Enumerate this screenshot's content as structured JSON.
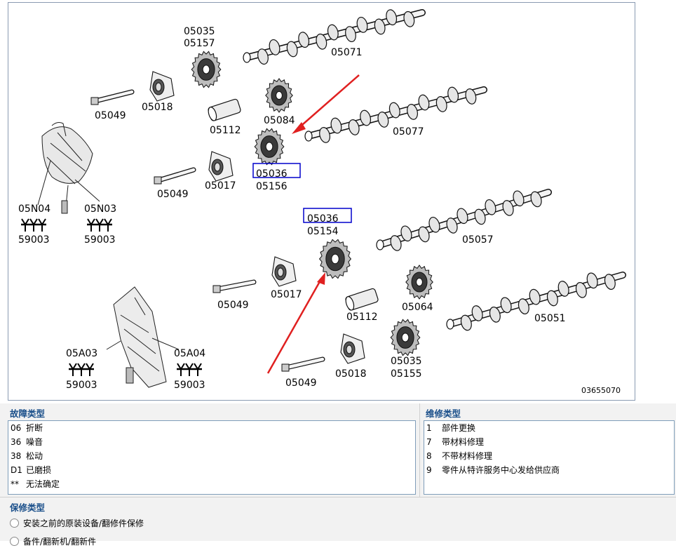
{
  "diagram": {
    "callouts": {
      "top_05035": "05035",
      "top_05157": "05157",
      "top_05071": "05071",
      "top_05049a": "05049",
      "top_05018": "05018",
      "top_05112": "05112",
      "top_05084": "05084",
      "top_05077": "05077",
      "top_05036": "05036",
      "top_05156": "05156",
      "top_05049b": "05049",
      "top_05017": "05017",
      "sensor_l": "05N04",
      "sensor_l_code": "59003",
      "sensor_r": "05N03",
      "sensor_r_code": "59003",
      "bot_05036": "05036",
      "bot_05154": "05154",
      "bot_05057": "05057",
      "bot_05049a": "05049",
      "bot_05017": "05017",
      "bot_05112": "05112",
      "bot_05064": "05064",
      "bot_05051": "05051",
      "bot_05049b": "05049",
      "bot_05018": "05018",
      "bot_05035": "05035",
      "bot_05155": "05155",
      "valve_l": "05A03",
      "valve_l_code": "59003",
      "valve_r": "05A04",
      "valve_r_code": "59003",
      "drawing_no": "03655070"
    },
    "highlight_color": "#0000cc",
    "arrow_color": "#e02020"
  },
  "fault_panel": {
    "title": "故障类型",
    "items": [
      {
        "code": "06",
        "label": "折断"
      },
      {
        "code": "36",
        "label": "噪音"
      },
      {
        "code": "38",
        "label": "松动"
      },
      {
        "code": "D1",
        "label": "已磨损"
      },
      {
        "code": "**",
        "label": "无法确定"
      }
    ]
  },
  "repair_panel": {
    "title": "维修类型",
    "items": [
      {
        "code": "1",
        "label": "部件更换"
      },
      {
        "code": "7",
        "label": "带材料修理"
      },
      {
        "code": "8",
        "label": "不带材料修理"
      },
      {
        "code": "9",
        "label": "零件从特许服务中心发给供应商"
      }
    ]
  },
  "warranty": {
    "title": "保修类型",
    "option1": "安装之前的原装设备/翻修件保修",
    "option2": "备件/翻新机/翻新件"
  }
}
